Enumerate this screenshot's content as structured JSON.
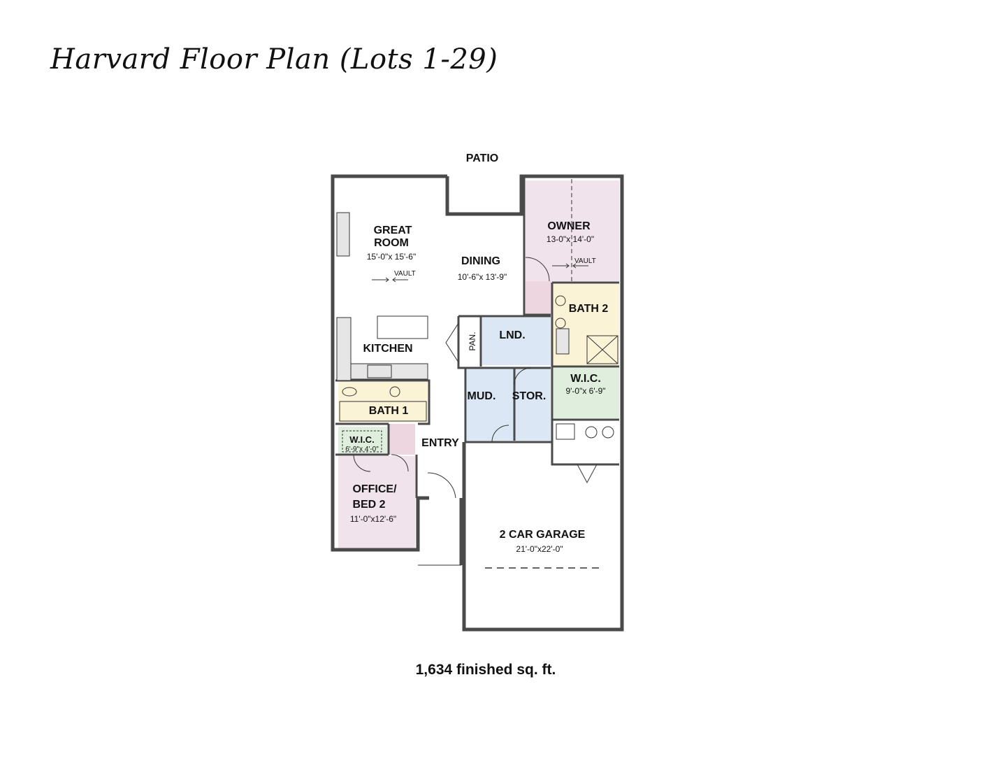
{
  "title": "Harvard Floor Plan (Lots 1-29)",
  "footer": "1,634 finished sq. ft.",
  "labels": {
    "patio": "PATIO",
    "great_room_1": "GREAT",
    "great_room_2": "ROOM",
    "great_room_dim": "15'-0\"x 15'-6\"",
    "vault_1": "VAULT",
    "dining": "DINING",
    "dining_dim": "10'-6\"x 13'-9\"",
    "owner": "OWNER",
    "owner_dim": "13-0\"x 14'-0\"",
    "vault_2": "VAULT",
    "bath2": "BATH 2",
    "kitchen": "KITCHEN",
    "pan": "PAN.",
    "lnd": "LND.",
    "wic_owner": "W.I.C.",
    "wic_owner_dim": "9'-0\"x 6'-9\"",
    "mud": "MUD.",
    "stor": "STOR.",
    "bath1": "BATH 1",
    "wic_small": "W.I.C.",
    "wic_small_dim": "6'-9\"x 4'-0\"",
    "entry": "ENTRY",
    "office_1": "OFFICE/",
    "office_2": "BED 2",
    "office_dim": "11'-0\"x12'-6\"",
    "garage": "2 CAR GARAGE",
    "garage_dim": "21'-0\"x22'-0\""
  },
  "colors": {
    "owner": "#f1e3ec",
    "bath": "#fbf3d6",
    "wic": "#e0eedd",
    "utility": "#dbe7f4",
    "hall": "#eed6e0",
    "wall": "#4a4a4a"
  }
}
